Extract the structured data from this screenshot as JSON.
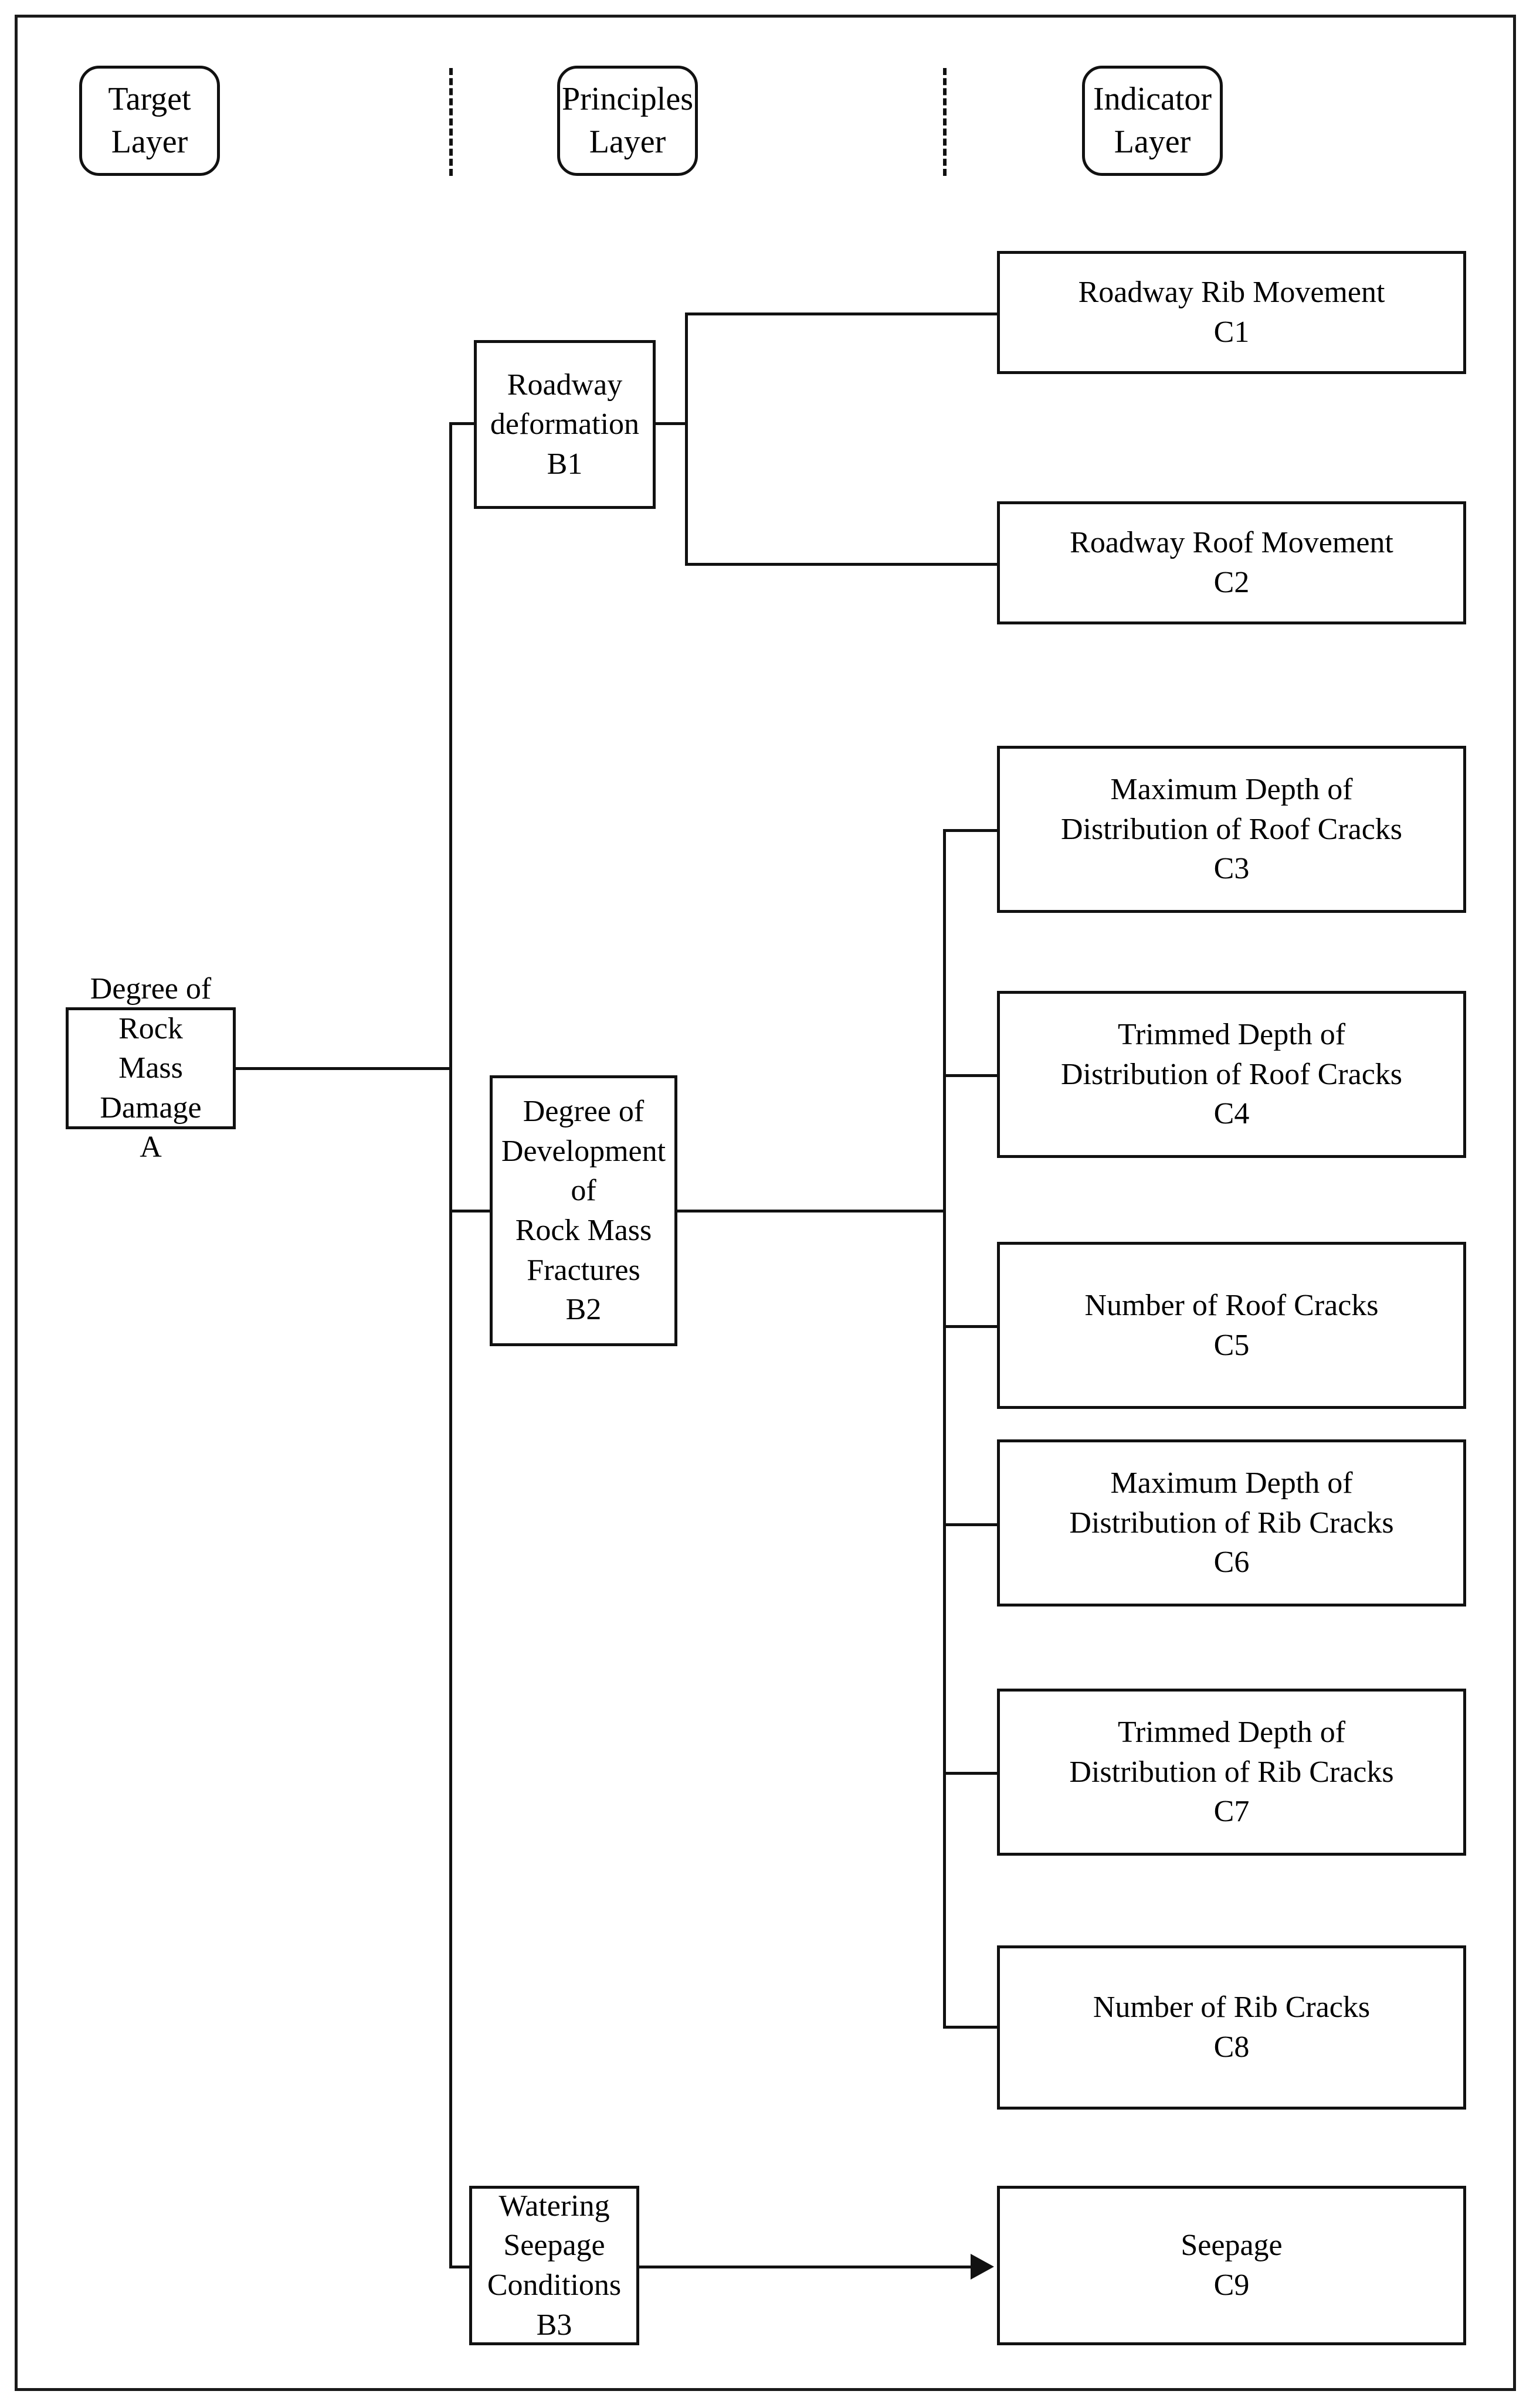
{
  "diagram": {
    "title_layers": [
      {
        "id": "target-layer",
        "label_line1": "Target",
        "label_line2": "Layer"
      },
      {
        "id": "principles-layer",
        "label_line1": "Principles",
        "label_line2": "Layer"
      },
      {
        "id": "indicator-layer",
        "label_line1": "Indicator",
        "label_line2": "Layer"
      }
    ],
    "target": {
      "id": "A",
      "line1": "Degree of Rock",
      "line2": "Mass Damage",
      "code": "A"
    },
    "principles": [
      {
        "id": "B1",
        "line1": "Roadway",
        "line2": "deformation",
        "code": "B1"
      },
      {
        "id": "B2",
        "line1": "Degree of",
        "line2": "Development of",
        "line3": "Rock Mass",
        "line4": "Fractures",
        "code": "B2"
      },
      {
        "id": "B3",
        "line1": "Watering Seepage",
        "line2": "Conditions",
        "code": "B3"
      }
    ],
    "indicators": [
      {
        "id": "C1",
        "line1": "Roadway Rib Movement",
        "code": "C1",
        "parent": "B1"
      },
      {
        "id": "C2",
        "line1": "Roadway Roof Movement",
        "code": "C2",
        "parent": "B1"
      },
      {
        "id": "C3",
        "line1": "Maximum Depth of",
        "line2": "Distribution of Roof Cracks",
        "code": "C3",
        "parent": "B2"
      },
      {
        "id": "C4",
        "line1": "Trimmed Depth of",
        "line2": "Distribution of Roof Cracks",
        "code": "C4",
        "parent": "B2"
      },
      {
        "id": "C5",
        "line1": "Number of Roof Cracks",
        "code": "C5",
        "parent": "B2"
      },
      {
        "id": "C6",
        "line1": "Maximum Depth of",
        "line2": "Distribution of Rib Cracks",
        "code": "C6",
        "parent": "B2"
      },
      {
        "id": "C7",
        "line1": "Trimmed Depth of",
        "line2": "Distribution of Rib Cracks",
        "code": "C7",
        "parent": "B2"
      },
      {
        "id": "C8",
        "line1": "Number of Rib Cracks",
        "code": "C8",
        "parent": "B2"
      },
      {
        "id": "C9",
        "line1": "Seepage",
        "code": "C9",
        "parent": "B3"
      }
    ],
    "colors": {
      "stroke": "#111111",
      "background": "#ffffff",
      "text": "#000000"
    }
  }
}
